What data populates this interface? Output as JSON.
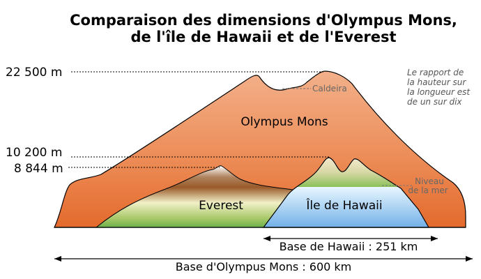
{
  "title_line1": "Comparaison des dimensions d'Olympus Mons,",
  "title_line2": "de l'île de Hawaii et de l'Everest",
  "altitudes": {
    "olympus_top": "22 500 m",
    "hawaii_top": "10 200 m",
    "everest_top": "8 844 m"
  },
  "labels": {
    "olympus": "Olympus Mons",
    "everest": "Everest",
    "hawaii": "Île de Hawaii",
    "caldera": "Caldeira",
    "sea_level_line1": "Niveau",
    "sea_level_line2": "de la mer"
  },
  "ratio_note": [
    "Le rapport de",
    "la hauteur sur",
    "la longueur est",
    "de un sur dix"
  ],
  "bases": {
    "hawaii": "Base de Hawaii : 251 km",
    "olympus": "Base d'Olympus Mons : 600 km"
  },
  "colors": {
    "olympus_top": "#f0a276",
    "olympus_bottom": "#e46a2c",
    "sea_top": "#e8f6ff",
    "sea_bottom": "#6eaee6",
    "everest_snow": "#ffffff",
    "everest_rock": "#9a5a2a",
    "everest_grass": "#6cb04a"
  }
}
